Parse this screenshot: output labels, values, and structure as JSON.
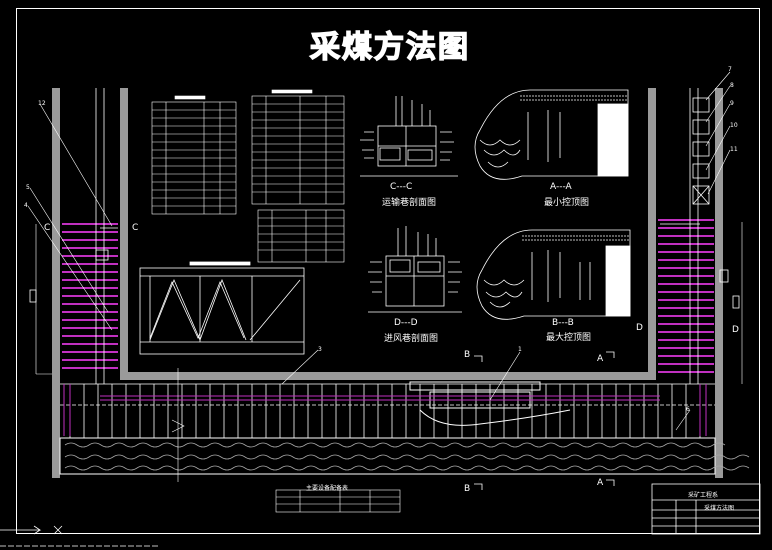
{
  "title": "采煤方法图",
  "sections": {
    "c": {
      "mark": "C---C",
      "caption": "运输巷剖面图"
    },
    "d": {
      "mark": "D---D",
      "caption": "进风巷剖面图"
    },
    "a": {
      "mark": "A---A",
      "caption": "最小控顶图"
    },
    "b": {
      "mark": "B---B",
      "caption": "最大控顶图"
    }
  },
  "markers": {
    "c_left": "C",
    "c_right": "C",
    "d_right1": "D",
    "d_right2": "D",
    "b_top": "B",
    "b_bottom": "B",
    "a_top": "A",
    "a_bottom": "A"
  },
  "callouts": [
    "1",
    "3",
    "4",
    "5",
    "6",
    "7",
    "8",
    "9",
    "10",
    "11",
    "12"
  ],
  "title_block": {
    "school": "采矿工程系",
    "drawing": "采煤方法图"
  },
  "bottom_table_title": "主要设备配备表",
  "colors": {
    "line": "#ffffff",
    "magenta": "#c030c0",
    "bg": "#000000"
  }
}
